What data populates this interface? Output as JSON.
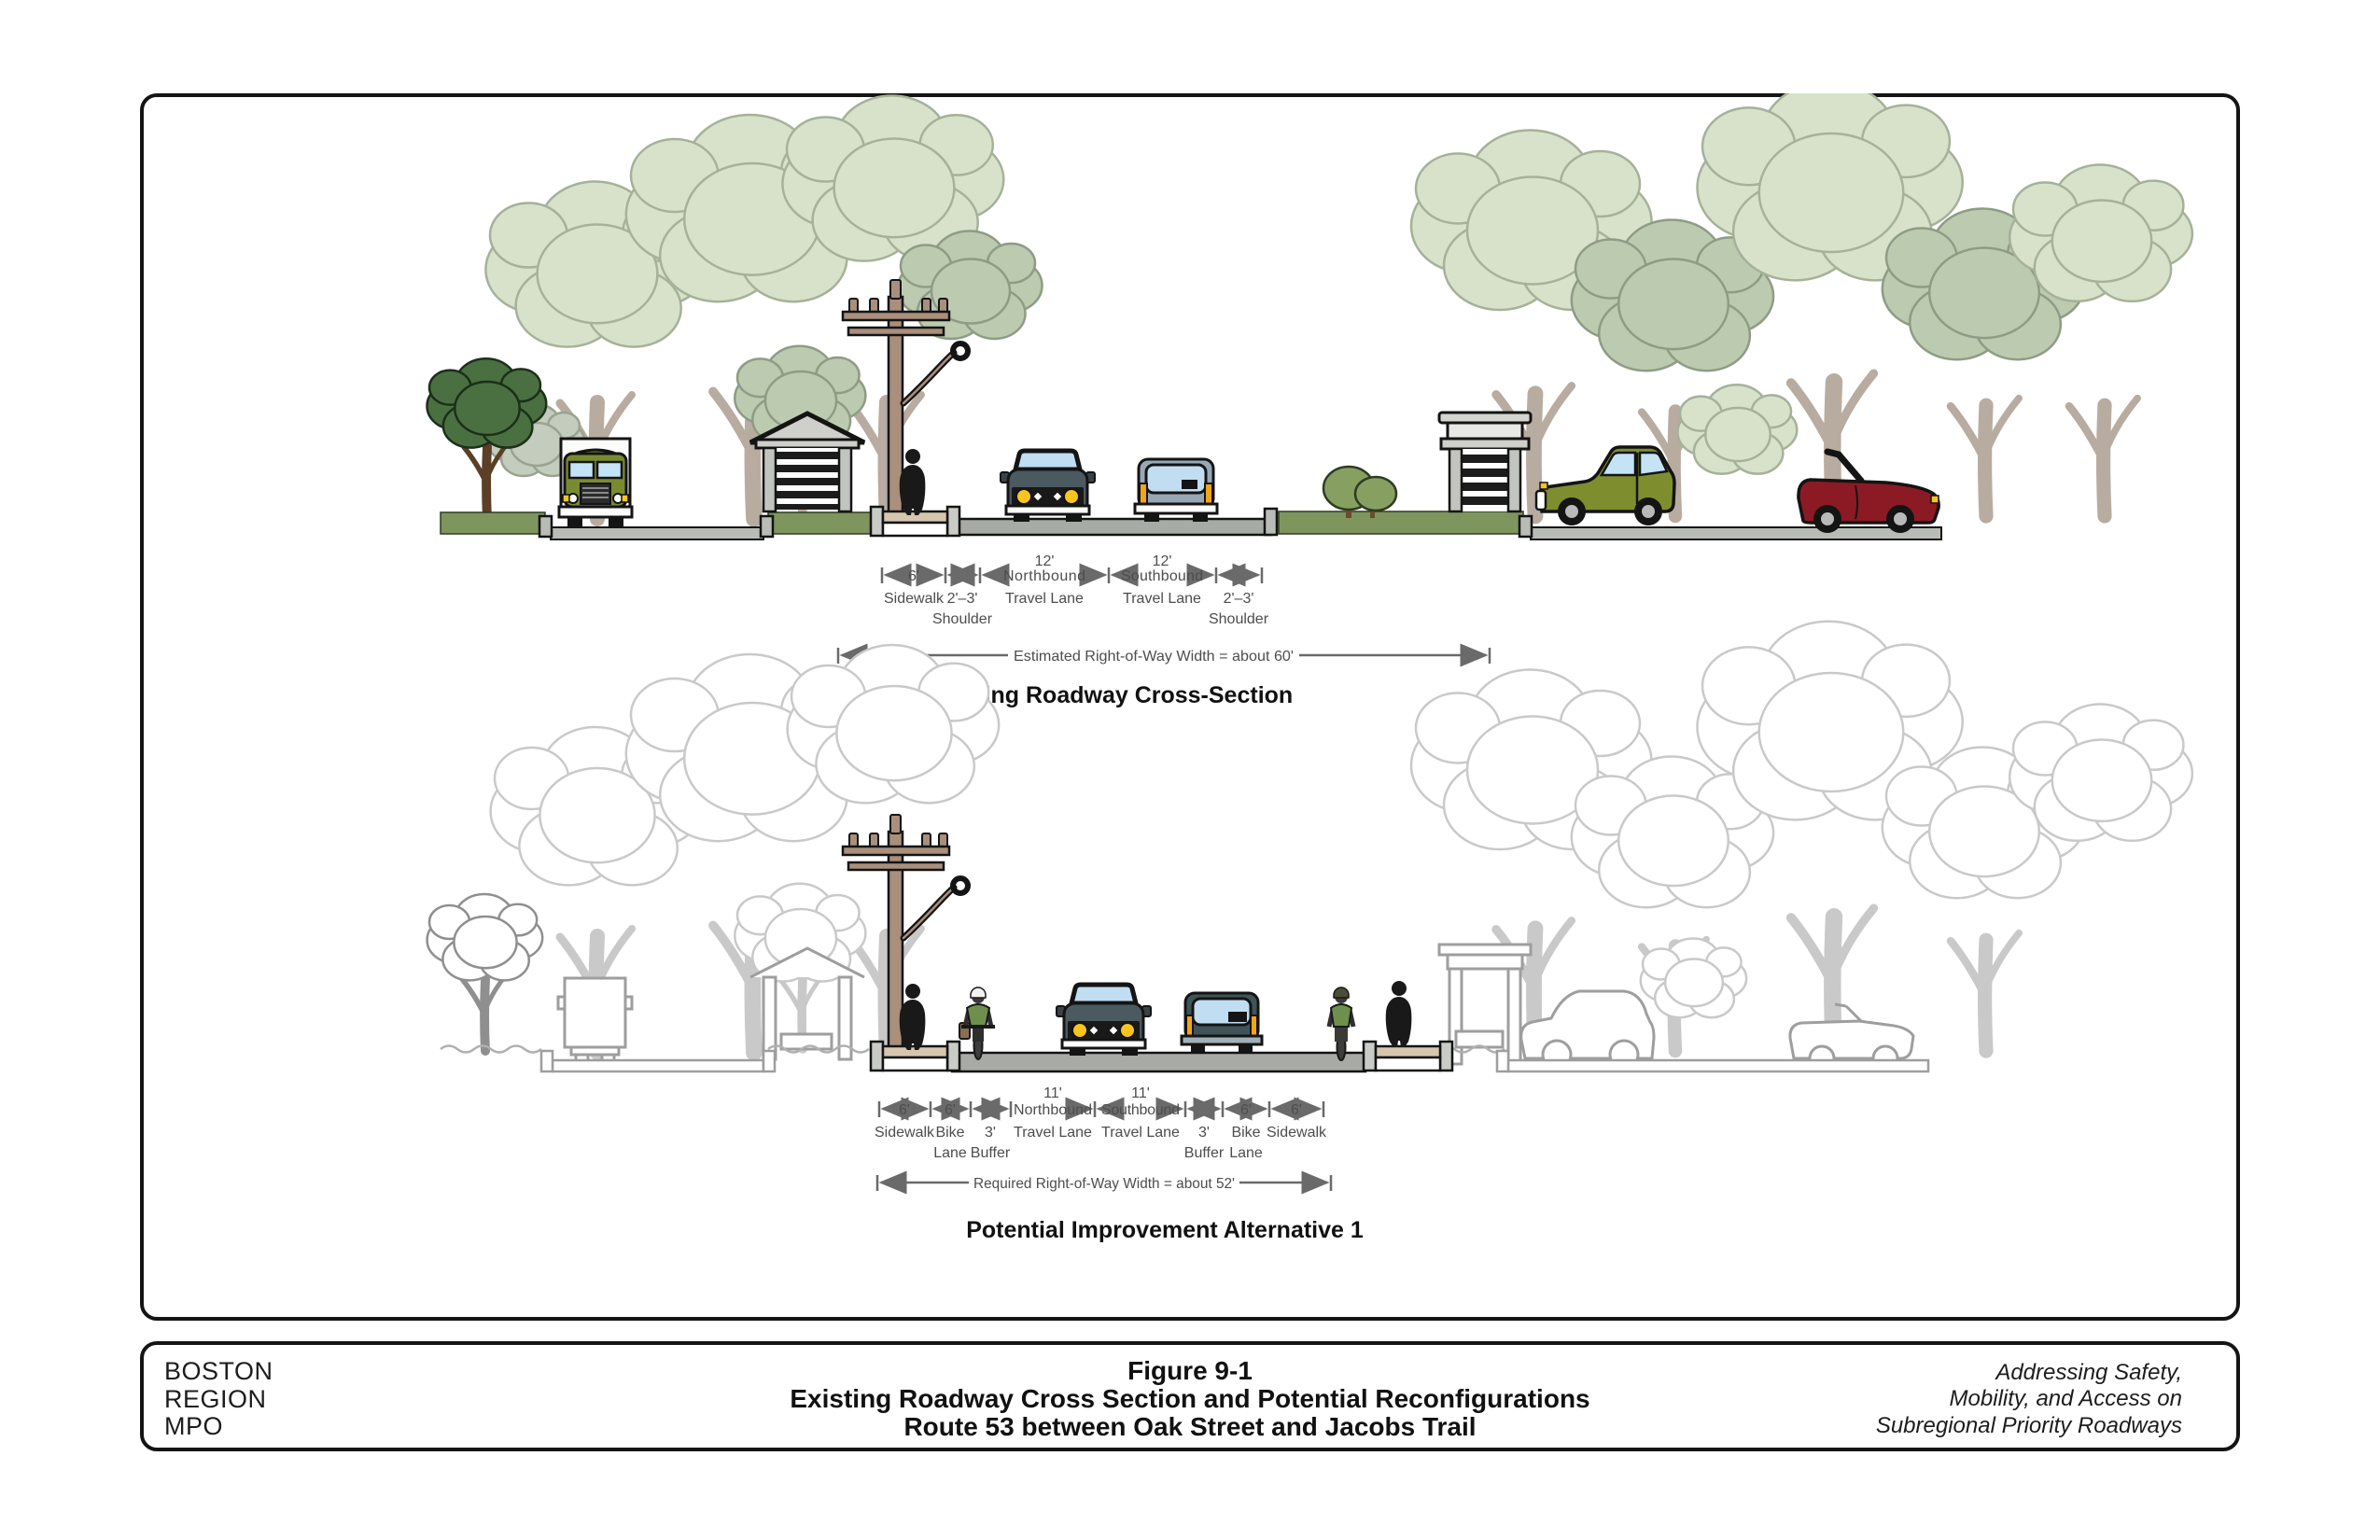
{
  "sections": {
    "existing": {
      "title": "Existing Roadway Cross-Section",
      "row_label": "Estimated Right-of-Way Width = about 60'",
      "dims": [
        {
          "width": "6'",
          "line1": "Sidewalk"
        },
        {
          "width": "2'–3'",
          "line1": "Shoulder"
        },
        {
          "width": "12'",
          "line1": "Northbound",
          "line2": "Travel Lane"
        },
        {
          "width": "12'",
          "line1": "Southbound",
          "line2": "Travel Lane"
        },
        {
          "width": "2'–3'",
          "line1": "Shoulder"
        }
      ]
    },
    "alt1": {
      "title": "Potential Improvement Alternative 1",
      "row_label": "Required Right-of-Way Width = about 52'",
      "dims": [
        {
          "width": "6'",
          "line1": "Sidewalk"
        },
        {
          "width": "6'",
          "line1": "Bike",
          "line2": "Lane"
        },
        {
          "width": "3'",
          "line1": "Buffer"
        },
        {
          "width": "11'",
          "line1": "Northbound",
          "line2": "Travel Lane"
        },
        {
          "width": "11'",
          "line1": "Southbound",
          "line2": "Travel Lane"
        },
        {
          "width": "3'",
          "line1": "Buffer"
        },
        {
          "width": "6'",
          "line1": "Bike",
          "line2": "Lane"
        },
        {
          "width": "6'",
          "line1": "Sidewalk"
        }
      ]
    }
  },
  "footer": {
    "org": [
      "BOSTON",
      "REGION",
      "MPO"
    ],
    "caption": [
      "Figure 9-1",
      "Existing Roadway Cross Section and Potential Reconfigurations",
      "Route 53 between Oak Street and Jacobs Trail"
    ],
    "tagline": [
      "Addressing Safety,",
      "Mobility, and Access on",
      "Subregional Priority Roadways"
    ]
  },
  "colors": {
    "foliage_light": "#d8e2cb",
    "foliage_sage": "#bccab0",
    "foliage_dark": "#4a7042",
    "grass": "#7f955e",
    "road": "#a8aaa5",
    "sidewalk_tan": "#d6c6ae",
    "pole_tan": "#a98f7c",
    "truck_green": "#7a8b2f",
    "car_green": "#7e8e2e",
    "car_red": "#8c1a24",
    "car_slate": "#4b5a61",
    "van_gray_blue": "#97a8b4",
    "window_blue": "#c0ddf2",
    "headlight_yellow": "#f7c51e",
    "outline_light_gray": "#c9c9c9",
    "dim_text_gray": "#4d4d4d"
  }
}
